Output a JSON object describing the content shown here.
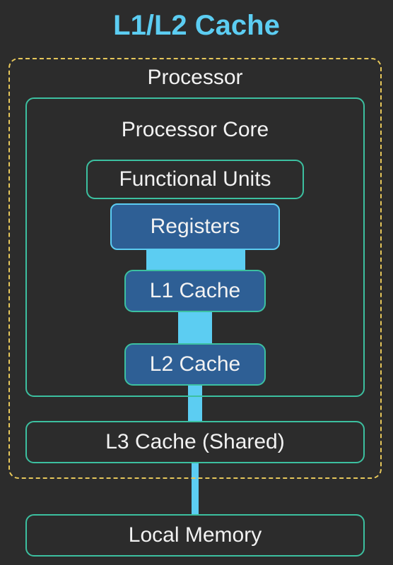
{
  "title": "L1/L2 Cache",
  "processor": {
    "label": "Processor",
    "core": {
      "label": "Processor Core",
      "functional_units": "Functional Units",
      "registers": "Registers",
      "l1_cache": "L1 Cache",
      "l2_cache": "L2 Cache"
    },
    "l3_cache": "L3 Cache (Shared)"
  },
  "local_memory": "Local Memory",
  "colors": {
    "background": "#2c2c2c",
    "title": "#5ccdf2",
    "processor_border": "#e7c75a",
    "box_border": "#3cc0a0",
    "cache_fill": "#2e5f95",
    "connector": "#5ccdf2"
  }
}
